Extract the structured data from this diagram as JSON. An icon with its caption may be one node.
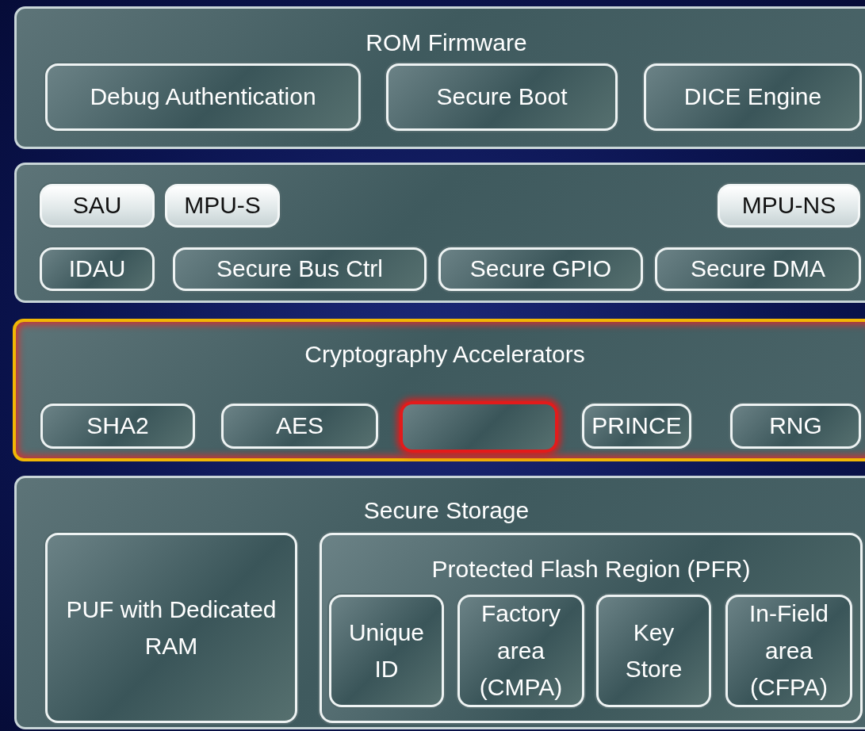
{
  "diagram": {
    "nodes": [
      {
        "text": [
          "ROM Firmware"
        ]
      },
      {
        "text": [
          "Debug Authentication"
        ],
        "in": 0
      },
      {
        "text": [
          "Secure Boot"
        ],
        "in": 0
      },
      {
        "text": [
          "DICE Engine"
        ],
        "in": 0
      },
      {
        "text": [],
        "shape": "box"
      },
      {
        "text": [
          "SAU"
        ],
        "in": 4
      },
      {
        "text": [
          "MPU-S"
        ],
        "in": 4
      },
      {
        "text": [
          "MPU-NS"
        ],
        "in": 4
      },
      {
        "text": [
          "IDAU"
        ],
        "in": 4
      },
      {
        "text": [
          "Secure Bus Ctrl"
        ],
        "in": 4
      },
      {
        "text": [
          "Secure GPIO"
        ],
        "in": 4
      },
      {
        "text": [
          "Secure DMA"
        ],
        "in": 4
      },
      {
        "text": [
          "Cryptography Accelerators"
        ]
      },
      {
        "text": [
          "SHA2"
        ],
        "in": 12
      },
      {
        "text": [
          "AES"
        ],
        "in": 12
      },
      {
        "text": [],
        "shape": "box",
        "in": 12
      },
      {
        "text": [
          "PRINCE"
        ],
        "in": 12
      },
      {
        "text": [
          "RNG"
        ],
        "in": 12
      },
      {
        "text": [
          "Secure Storage"
        ]
      },
      {
        "text": [
          "PUF with Dedicated RAM"
        ],
        "in": 18
      },
      {
        "text": [
          "Protected Flash Region (PFR)"
        ],
        "in": 18
      },
      {
        "text": [
          "Unique ID"
        ],
        "in": 20
      },
      {
        "text": [
          "Factory area (CMPA)"
        ],
        "in": 20
      },
      {
        "text": [
          "Key Store"
        ],
        "in": 20
      },
      {
        "text": [
          "In-Field area (CFPA)"
        ],
        "in": 20
      }
    ],
    "edges": []
  }
}
